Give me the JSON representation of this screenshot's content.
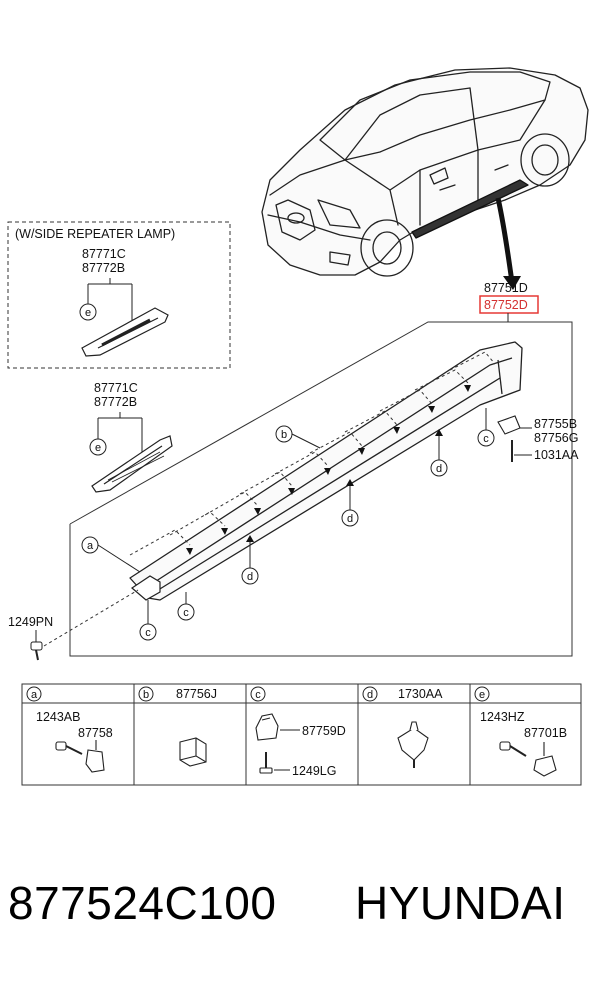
{
  "inset": {
    "title": "(W/SIDE REPEATER LAMP)",
    "parts": [
      "87771C",
      "87772B"
    ],
    "callout": "e"
  },
  "trim_label": {
    "parts": [
      "87771C",
      "87772B"
    ],
    "callout": "e"
  },
  "main_parts": {
    "top": "87751D",
    "highlighted": "87752D",
    "highlight_color": "#e53935"
  },
  "side_parts": [
    "87755B",
    "87756G",
    "1031AA"
  ],
  "screw": "1249PN",
  "callouts": [
    "a",
    "b",
    "c",
    "d"
  ],
  "table": {
    "cells": [
      {
        "letter": "a",
        "header": "",
        "parts": [
          "1243AB",
          "87758"
        ]
      },
      {
        "letter": "b",
        "header": "87756J",
        "parts": []
      },
      {
        "letter": "c",
        "header": "",
        "parts": [
          "87759D",
          "1249LG"
        ]
      },
      {
        "letter": "d",
        "header": "1730AA",
        "parts": []
      },
      {
        "letter": "e",
        "header": "",
        "parts": [
          "1243HZ",
          "87701B"
        ]
      }
    ]
  },
  "footer": {
    "part_number": "877524C100",
    "brand": "HYUNDAI"
  }
}
